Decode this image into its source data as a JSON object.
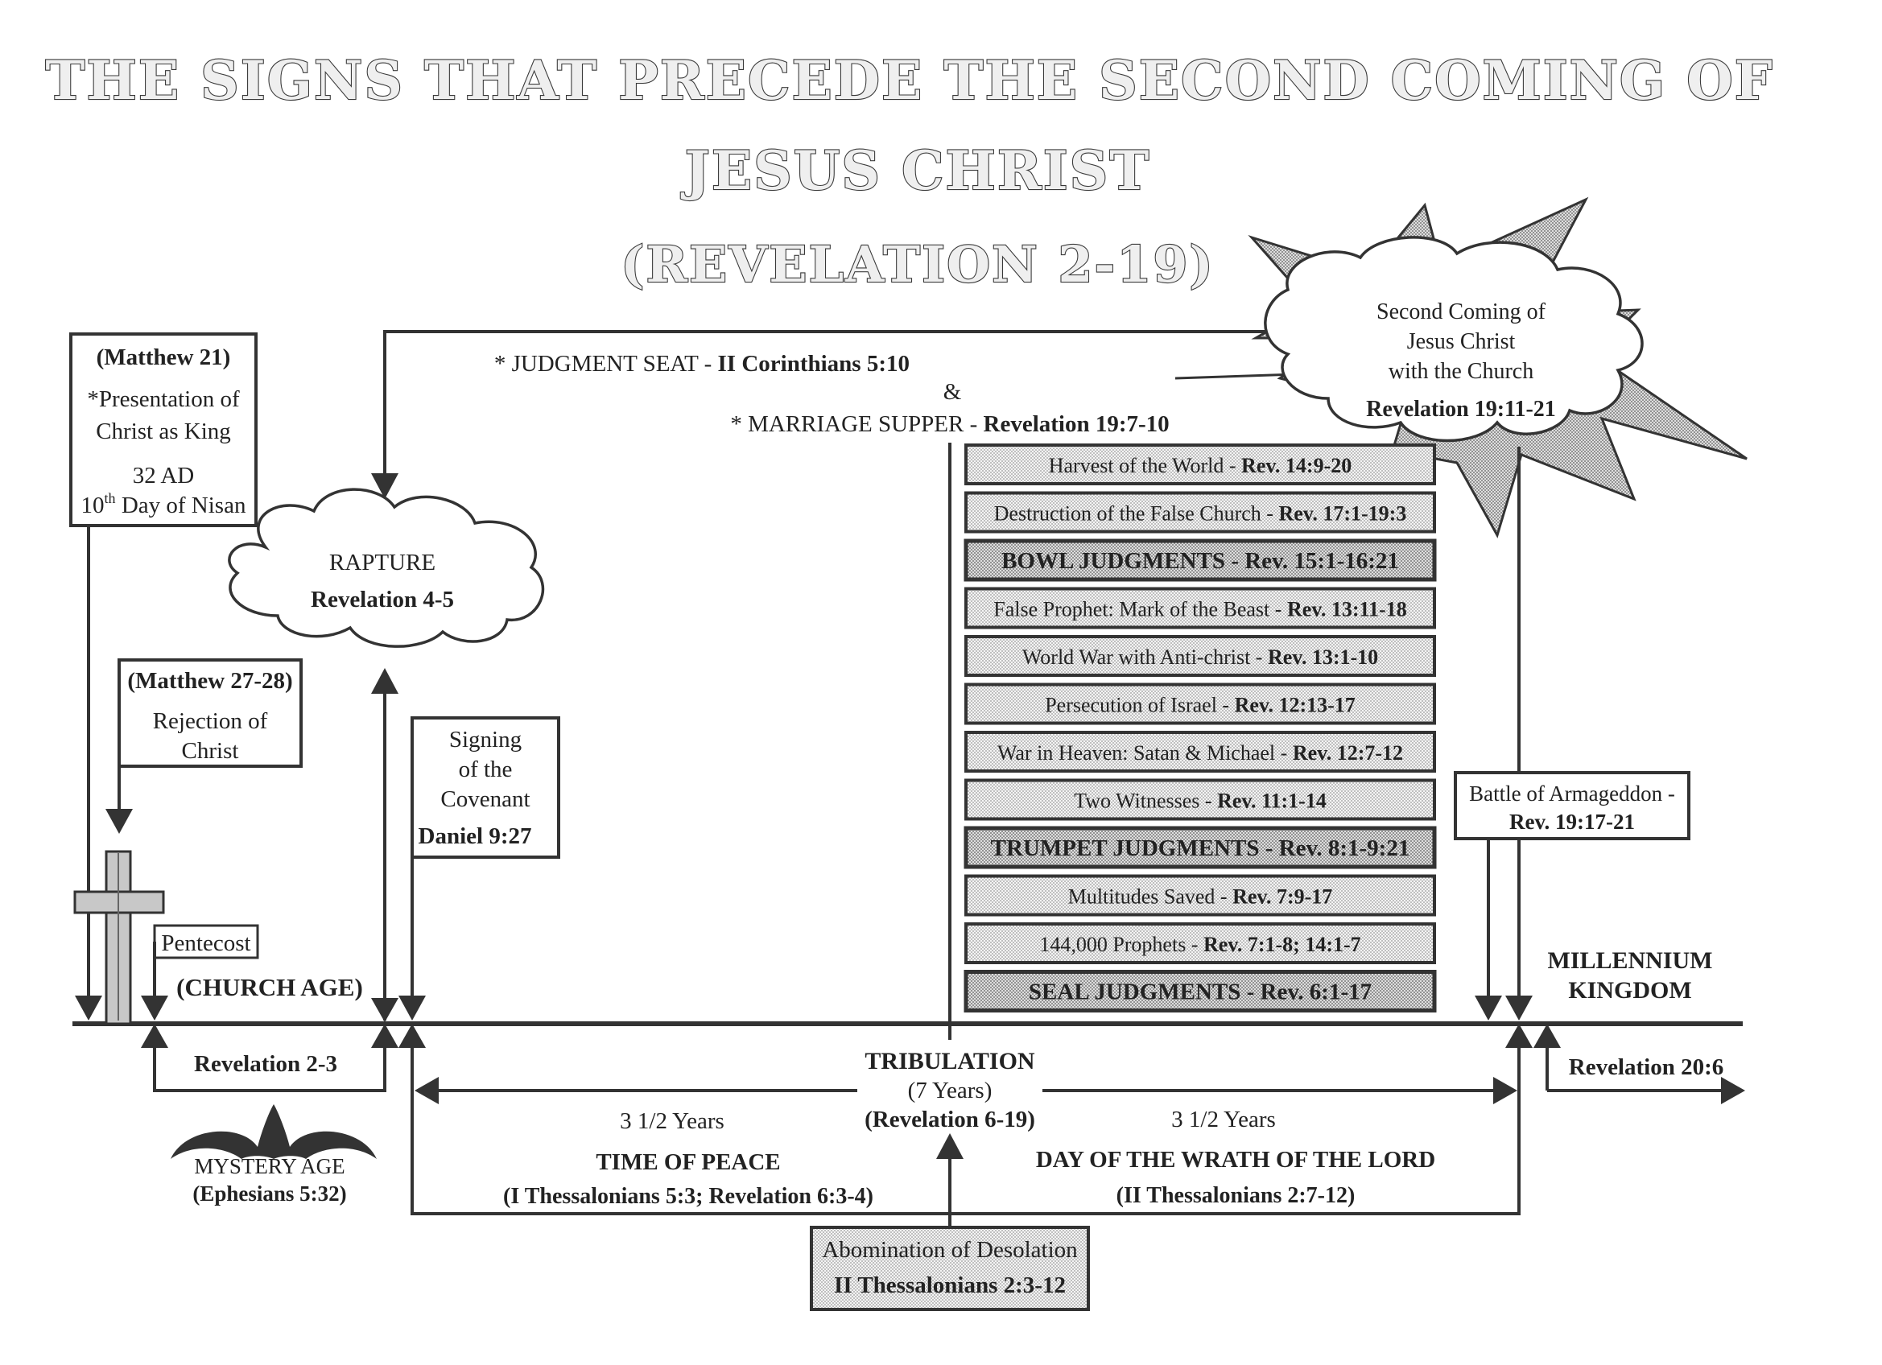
{
  "title": {
    "line1": "THE SIGNS THAT PRECEDE THE SECOND COMING OF",
    "line2": "JESUS CHRIST",
    "line3": "(REVELATION 2-19)"
  },
  "matthew21": {
    "ref": "(Matthew 21)",
    "line1": "*Presentation of",
    "line2": "Christ as King",
    "line3": "32 AD",
    "line4_num": "10",
    "line4_sup": "th",
    "line4_rest": " Day of Nisan"
  },
  "matthew27": {
    "ref": "(Matthew 27-28)",
    "line1": "Rejection of",
    "line2": "Christ"
  },
  "pentecost": "Pentecost",
  "church_age": "(CHURCH AGE)",
  "rapture": {
    "label": "RAPTURE",
    "ref": "Revelation 4-5"
  },
  "judgment": {
    "seat_label": "* JUDGMENT SEAT - ",
    "seat_ref": "II Corinthians 5:10",
    "amp": "&",
    "supper_label": "* MARRIAGE SUPPER - ",
    "supper_ref": "Revelation 19:7-10"
  },
  "second_coming": {
    "line1": "Second Coming of",
    "line2": "Jesus Christ",
    "line3": "with the  Church",
    "ref": "Revelation 19:11-21"
  },
  "covenant": {
    "line1": "Signing",
    "line2": "of the",
    "line3": "Covenant",
    "ref": "Daniel 9:27"
  },
  "events": [
    {
      "label": "Harvest of the World - ",
      "ref": "Rev. 14:9-20",
      "major": false
    },
    {
      "label": "Destruction of the False Church - ",
      "ref": "Rev. 17:1-19:3",
      "major": false
    },
    {
      "label": "BOWL JUDGMENTS - ",
      "ref": "Rev. 15:1-16:21",
      "major": true
    },
    {
      "label": "False Prophet: Mark of the Beast - ",
      "ref": "Rev. 13:11-18",
      "major": false
    },
    {
      "label": "World War with Anti-christ - ",
      "ref": "Rev. 13:1-10",
      "major": false
    },
    {
      "label": "Persecution of Israel - ",
      "ref": "Rev. 12:13-17",
      "major": false
    },
    {
      "label": "War  in Heaven: Satan & Michael - ",
      "ref": "Rev. 12:7-12",
      "major": false
    },
    {
      "label": "Two Witnesses - ",
      "ref": "Rev. 11:1-14",
      "major": false
    },
    {
      "label": "TRUMPET JUDGMENTS - ",
      "ref": "Rev. 8:1-9:21",
      "major": true
    },
    {
      "label": "Multitudes Saved - ",
      "ref": "Rev. 7:9-17",
      "major": false
    },
    {
      "label": "144,000 Prophets - ",
      "ref": "Rev. 7:1-8; 14:1-7",
      "major": false
    },
    {
      "label": "SEAL JUDGMENTS - ",
      "ref": "Rev. 6:1-17",
      "major": true
    }
  ],
  "armageddon": {
    "line1": "Battle of Armageddon -",
    "ref": "Rev. 19:17-21"
  },
  "millennium": {
    "line1": "MILLENNIUM",
    "line2": "KINGDOM",
    "ref": "Revelation 20:6"
  },
  "church_ref": "Revelation 2-3",
  "mystery": {
    "label": "MYSTERY AGE",
    "ref": "(Ephesians 5:32)"
  },
  "tribulation": {
    "label": "TRIBULATION",
    "years": "(7 Years)",
    "ref": "(Revelation 6-19)",
    "first_half": "3 1/2 Years",
    "second_half": "3 1/2 Years",
    "peace": "TIME OF PEACE",
    "peace_ref": "(I Thessalonians 5:3; Revelation 6:3-4)",
    "wrath": "DAY OF THE WRATH OF THE LORD",
    "wrath_ref": "(II Thessalonians 2:7-12)"
  },
  "abomination": {
    "label": "Abomination of Desolation",
    "ref": "II Thessalonians 2:3-12"
  }
}
